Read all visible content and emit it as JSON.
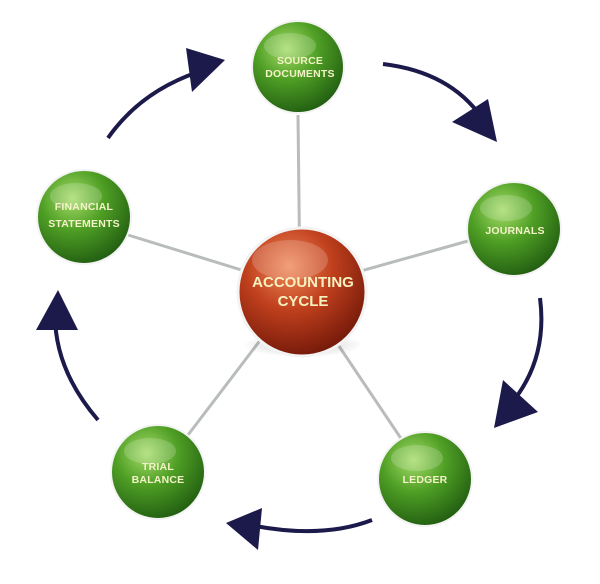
{
  "center": {
    "lines": [
      "ACCOUNTING",
      "CYCLE"
    ],
    "color": "#c0401d"
  },
  "nodes": [
    {
      "id": "source-documents",
      "lines": [
        "SOURCE",
        "DOCUMENTS"
      ]
    },
    {
      "id": "journals",
      "lines": [
        "JOURNALS"
      ]
    },
    {
      "id": "ledger",
      "lines": [
        "LEDGER"
      ]
    },
    {
      "id": "trial-balance",
      "lines": [
        "TRIAL",
        "BALANCE"
      ]
    },
    {
      "id": "financial-statements",
      "lines": [
        "FINANCIAL",
        "STATEMENTS"
      ]
    }
  ],
  "colors": {
    "node_green": "#3f8f1f",
    "arrow": "#1b1a4a",
    "spoke": "#b9bcbc"
  }
}
